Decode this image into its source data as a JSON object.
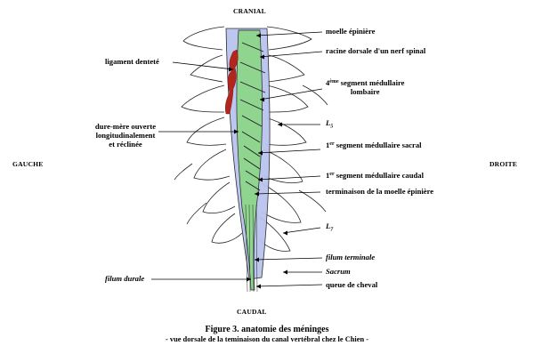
{
  "directions": {
    "cranial": "CRANIAL",
    "caudal": "CAUDAL",
    "left": "GAUCHE",
    "right": "DROITE"
  },
  "labels": {
    "moelle": "moelle épinière",
    "racine": "racine dorsale d'un nerf spinal",
    "ligament": "ligament denteté",
    "seg4_pre": "4",
    "seg4_sup": "ème",
    "seg4_post": " segment médullaire",
    "seg4_line2": "lombaire",
    "dure_line1": "dure-mère ouverte",
    "dure_line2": "longitudinalement",
    "dure_line3": "et réclinée",
    "l5_letter": "L",
    "l5_sub": "5",
    "sacral_pre": "1",
    "sacral_sup": "er",
    "sacral_post": " segment médullaire sacral",
    "caudal_pre": "1",
    "caudal_sup": "er",
    "caudal_post": " segment médullaire caudal",
    "terminaison": "terminaison de la moelle épinière",
    "l7_letter": "L",
    "l7_sub": "7",
    "filum_terminale": "filum terminale",
    "sacrum": "Sacrum",
    "filum_durale": "filum durale",
    "queue": "queue de cheval"
  },
  "caption": {
    "title": "Figure 3. anatomie des méninges",
    "subtitle": "- vue dorsale de la teminaison du canal vertébral chez le Chien -"
  },
  "colors": {
    "dura": "#b9c3ee",
    "cord": "#8fd48f",
    "ligament": "#b3261e",
    "outline": "#222222"
  }
}
